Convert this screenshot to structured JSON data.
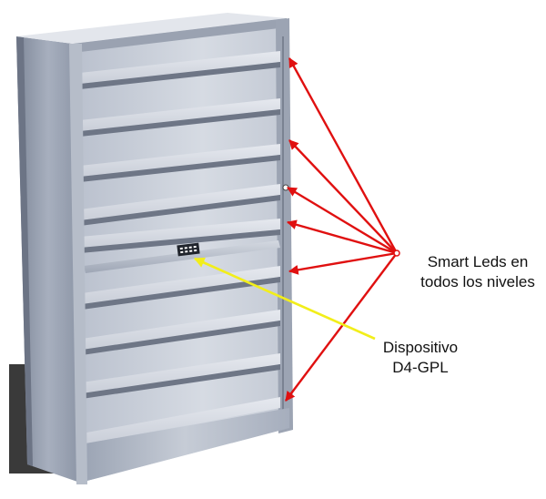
{
  "labels": {
    "smart_leds": [
      "Smart Leds en",
      "todos los niveles"
    ],
    "device": [
      "Dispositivo",
      "D4-GPL"
    ]
  },
  "colors": {
    "led_arrows": "#e01010",
    "device_arrow": "#f2ee1a",
    "shelf_metal": "#aab2c2",
    "background": "#ffffff"
  }
}
